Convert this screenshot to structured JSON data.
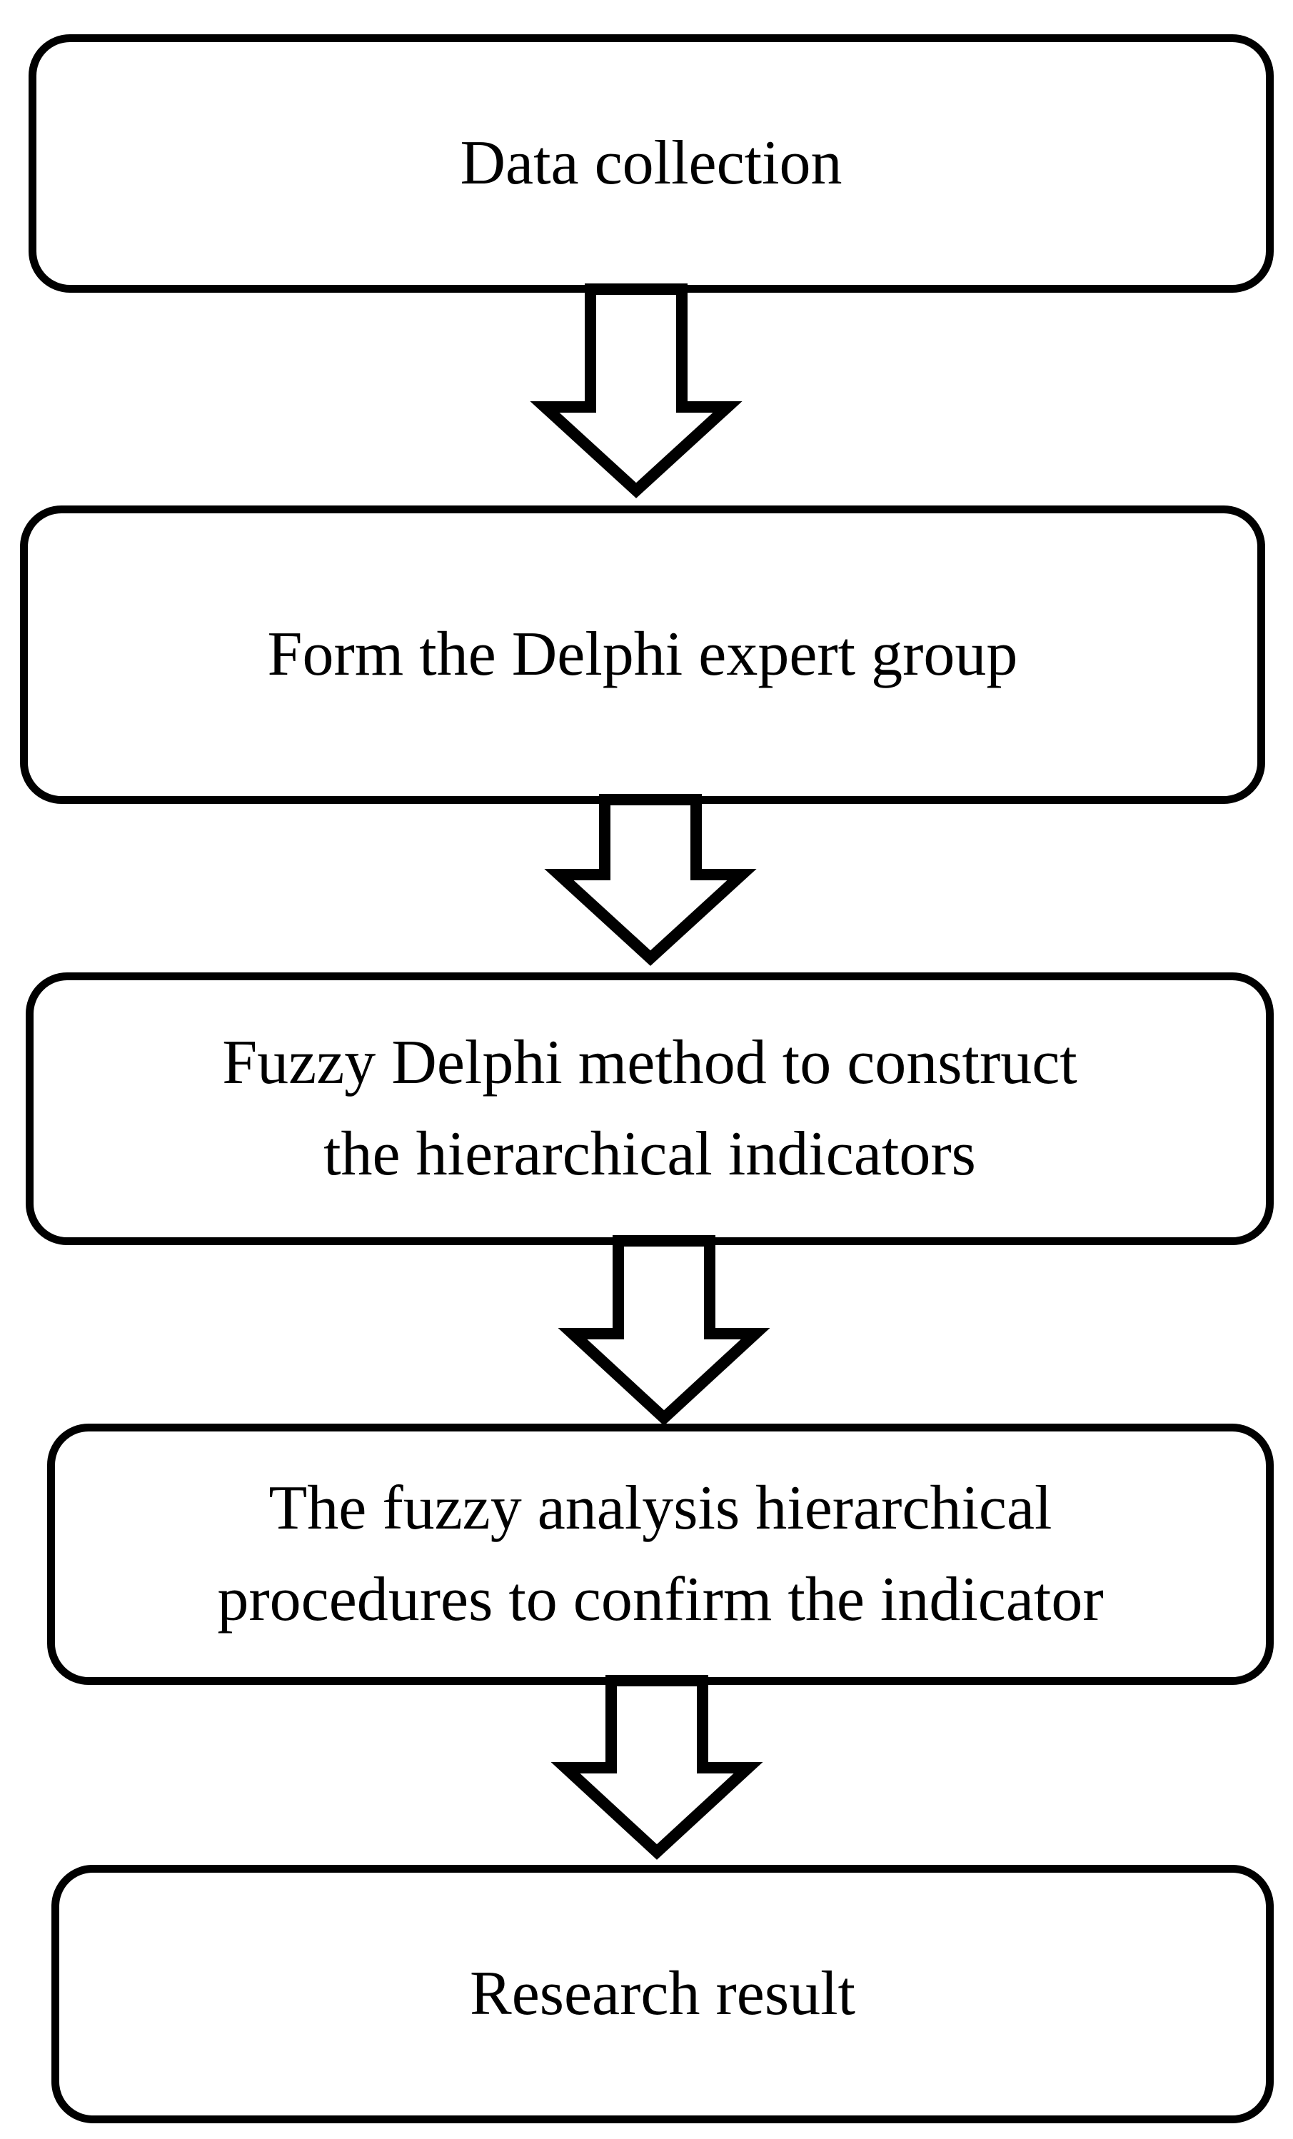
{
  "flowchart": {
    "steps": [
      {
        "lines": [
          "Data collection"
        ]
      },
      {
        "lines": [
          "Form the Delphi expert group"
        ]
      },
      {
        "lines": [
          "Fuzzy Delphi method to construct",
          "the hierarchical indicators"
        ]
      },
      {
        "lines": [
          "The fuzzy analysis hierarchical",
          "procedures to confirm the indicator"
        ]
      },
      {
        "lines": [
          "Research result"
        ]
      }
    ],
    "colors": {
      "stroke": "#000000",
      "fill": "#ffffff"
    },
    "connector_icon": "hollow-down-arrow-icon"
  }
}
